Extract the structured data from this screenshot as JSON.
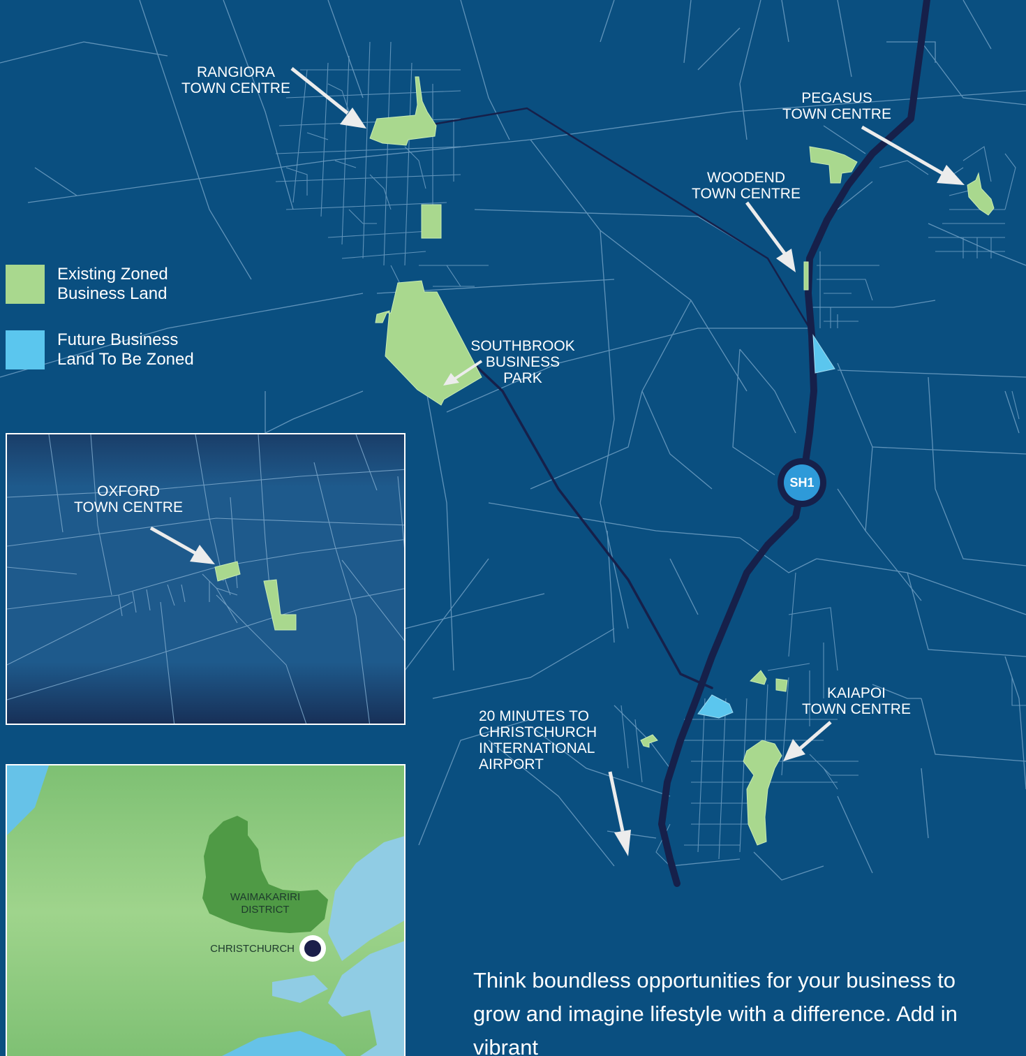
{
  "legend": {
    "items": [
      {
        "label": "Existing Zoned Business Land",
        "line1": "Existing Zoned",
        "line2": "Business Land",
        "color": "#a9d88e"
      },
      {
        "label": "Future Business Land To Be Zoned",
        "line1": "Future Business",
        "line2": "Land To Be Zoned",
        "color": "#5bc6ee"
      }
    ]
  },
  "labels": {
    "rangiora": {
      "line1": "RANGIORA",
      "line2": "TOWN CENTRE"
    },
    "pegasus": {
      "line1": "PEGASUS",
      "line2": "TOWN CENTRE"
    },
    "woodend": {
      "line1": "WOODEND",
      "line2": "TOWN CENTRE"
    },
    "southbrook": {
      "line1": "SOUTHBROOK",
      "line2": "BUSINESS",
      "line3": "PARK"
    },
    "oxford": {
      "line1": "OXFORD",
      "line2": "TOWN CENTRE"
    },
    "kaiapoi": {
      "line1": "KAIAPOI",
      "line2": "TOWN CENTRE"
    },
    "airport": {
      "line1": "20 MINUTES TO",
      "line2": "CHRISTCHURCH",
      "line3": "INTERNATIONAL",
      "line4": "AIRPORT"
    },
    "highway": "SH1",
    "district": {
      "line1": "WAIMAKARIRI",
      "line2": "DISTRICT"
    },
    "city": "CHRISTCHURCH"
  },
  "description": "Think boundless opportunities for your business to grow and imagine lifestyle with a difference. Add in vibrant",
  "colors": {
    "background": "#0a4f80",
    "road": "#6f9fc4",
    "highway": "#16204a",
    "business": "#a9d88e",
    "future": "#5bc6ee",
    "inset_land": "#8fcb85",
    "inset_district": "#4f9a45",
    "inset_sea": "#90cce4"
  }
}
